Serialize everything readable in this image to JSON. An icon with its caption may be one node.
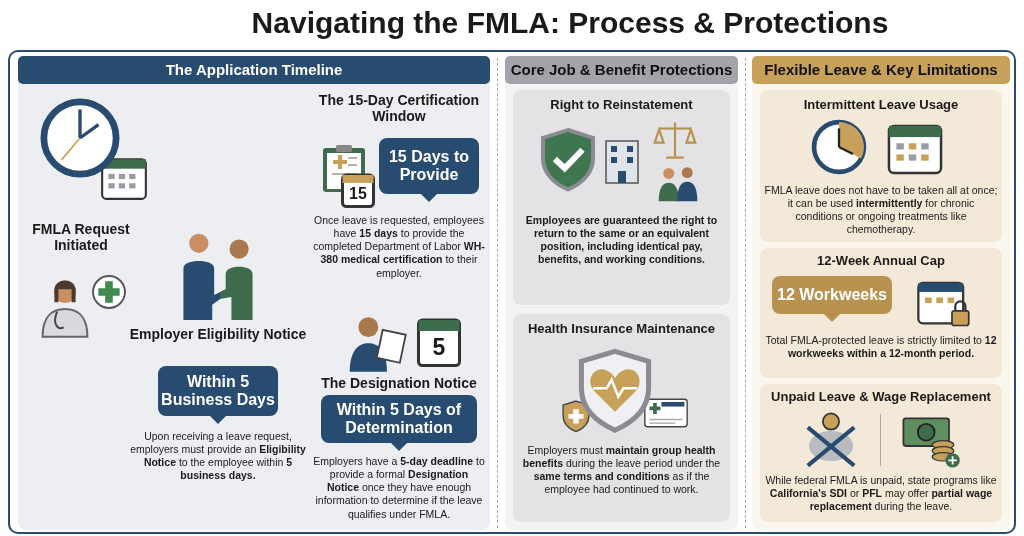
{
  "diagram": {
    "title": "Navigating the FMLA: Process & Protections",
    "nodes": [
      {
        "text": [
          "The Application Timeline"
        ]
      },
      {
        "text": [
          "FMLA Request Initiated"
        ],
        "in": 0
      },
      {
        "text": [
          "Employer Eligibility Notice",
          "Upon receiving a leave request, employers must provide an **Eligibility Notice** to the employee within **5 business days.**"
        ],
        "in": 0
      },
      {
        "text": [
          "Within 5 Business Days"
        ],
        "in": 2
      },
      {
        "text": [
          "The 15-Day Certification Window",
          "Once leave is requested, employees have **15 days** to provide the completed Department of Labor **WH-380 medical certification** to their employer."
        ],
        "in": 0
      },
      {
        "text": [
          "15 Days to Provide"
        ],
        "in": 0
      },
      {
        "text": [
          "15"
        ],
        "in": 0
      },
      {
        "text": [
          "The Designation Notice",
          "Employers have a **5-day deadline** to provide a formal **Designation Notice** once they have enough information to determine if the leave qualifies under FMLA."
        ],
        "in": 0
      },
      {
        "text": [
          "Within 5 Days of Determination"
        ],
        "in": 7
      },
      {
        "text": [
          "5"
        ],
        "in": 7
      },
      {
        "text": [
          "Core Job & Benefit Protections"
        ]
      },
      {
        "text": [
          "Right to Reinstatement",
          "Employees are guaranteed the right to return to the same or an equivalent position, including identical pay, benefits, and working conditions."
        ],
        "in": 10
      },
      {
        "text": [
          "Health Insurance Maintenance",
          "Employers must **maintain group health benefits** during the leave period under the **same terms and conditions** as if the employee had continued to work."
        ],
        "in": 10
      },
      {
        "text": [
          "Flexible Leave & Key Limitations"
        ]
      },
      {
        "text": [
          "Intermittent Leave Usage",
          "FMLA leave does not have to be taken all at once; it can be used **intermittently** for chronic conditions or ongoing treatments like chemotherapy."
        ],
        "in": 13
      },
      {
        "text": [
          "12-Week Annual Cap",
          "Total FMLA-protected leave is strictly limited to **12 workweeks within a 12-month period.**"
        ],
        "in": 13
      },
      {
        "text": [
          "12 Workweeks"
        ],
        "in": 15
      },
      {
        "text": [
          "Unpaid Leave & Wage Replacement",
          "While federal FMLA is unpaid, state programs like **California's SDI** or **PFL** may offer **partial wage replacement** during the leave."
        ],
        "in": 13
      }
    ]
  }
}
